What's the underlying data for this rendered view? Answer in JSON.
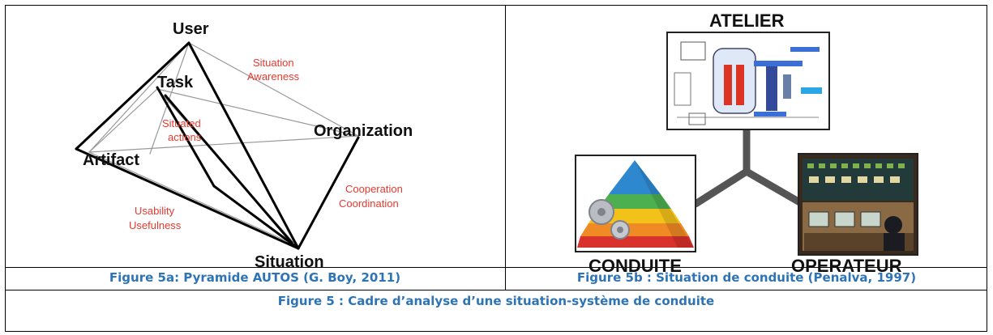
{
  "left_figure": {
    "nodes": {
      "user": "User",
      "task": "Task",
      "organization": "Organization",
      "artifact": "Artifact",
      "situation": "Situation"
    },
    "edge_labels": {
      "situation_awareness_1": "Situation",
      "situation_awareness_2": "Awareness",
      "situated_actions_1": "Situated",
      "situated_actions_2": "actions",
      "cooperation_1": "Cooperation",
      "cooperation_2": "Coordination",
      "usability_1": "Usability",
      "usability_2": "Usefulness"
    },
    "colors": {
      "node": "#111111",
      "edge_label": "#e8392e"
    }
  },
  "right_figure": {
    "labels": {
      "top": "ATELIER",
      "left": "CONDUITE",
      "right": "OPERATEUR"
    },
    "images": {
      "top": "plant-schematic-image",
      "left": "pyramid-gears-image",
      "right": "control-room-image"
    }
  },
  "captions": {
    "a": "Figure 5a: Pyramide AUTOS (G. Boy, 2011)",
    "b": "Figure 5b : Situation de conduite (Penalva, 1997)",
    "main": "Figure 5 : Cadre d’analyse d’une situation-système de conduite"
  },
  "colors": {
    "caption": "#2e74b5"
  }
}
